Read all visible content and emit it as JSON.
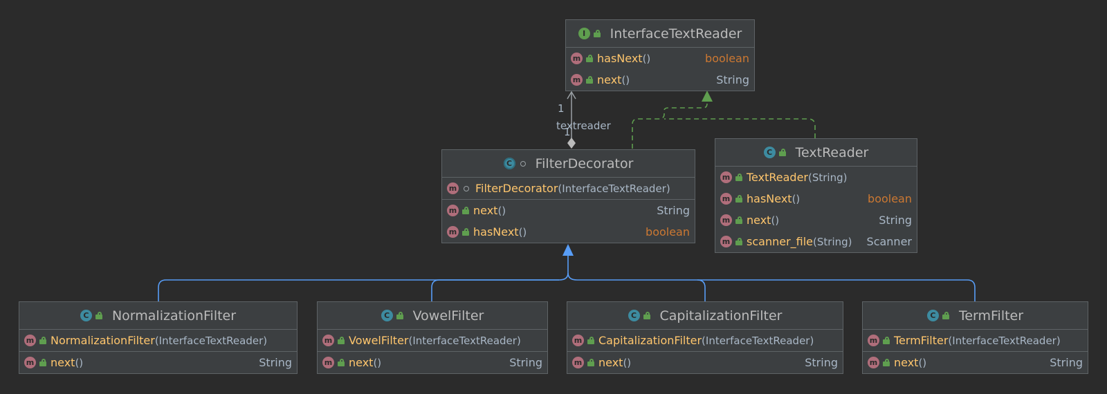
{
  "nodes": {
    "interface_text_reader": {
      "title": "InterfaceTextReader",
      "kind_icon": "I",
      "methods": [
        {
          "name": "hasNext",
          "params": "",
          "returns": "boolean"
        },
        {
          "name": "next",
          "params": "",
          "returns": "String"
        }
      ]
    },
    "filter_decorator": {
      "title": "FilterDecorator",
      "kind_icon": "C",
      "constructors": [
        {
          "name": "FilterDecorator",
          "params": "InterfaceTextReader"
        }
      ],
      "methods": [
        {
          "name": "next",
          "params": "",
          "returns": "String"
        },
        {
          "name": "hasNext",
          "params": "",
          "returns": "boolean"
        }
      ]
    },
    "text_reader": {
      "title": "TextReader",
      "kind_icon": "C",
      "methods": [
        {
          "name": "TextReader",
          "params": "String",
          "returns": ""
        },
        {
          "name": "hasNext",
          "params": "",
          "returns": "boolean"
        },
        {
          "name": "next",
          "params": "",
          "returns": "String"
        },
        {
          "name": "scanner_file",
          "params": "String",
          "returns": "Scanner"
        }
      ]
    },
    "normalization_filter": {
      "title": "NormalizationFilter",
      "kind_icon": "C",
      "constructors": [
        {
          "name": "NormalizationFilter",
          "params": "InterfaceTextReader"
        }
      ],
      "methods": [
        {
          "name": "next",
          "params": "",
          "returns": "String"
        }
      ]
    },
    "vowel_filter": {
      "title": "VowelFilter",
      "kind_icon": "C",
      "constructors": [
        {
          "name": "VowelFilter",
          "params": "InterfaceTextReader"
        }
      ],
      "methods": [
        {
          "name": "next",
          "params": "",
          "returns": "String"
        }
      ]
    },
    "capitalization_filter": {
      "title": "CapitalizationFilter",
      "kind_icon": "C",
      "constructors": [
        {
          "name": "CapitalizationFilter",
          "params": "InterfaceTextReader"
        }
      ],
      "methods": [
        {
          "name": "next",
          "params": "",
          "returns": "String"
        }
      ]
    },
    "term_filter": {
      "title": "TermFilter",
      "kind_icon": "C",
      "constructors": [
        {
          "name": "TermFilter",
          "params": "InterfaceTextReader"
        }
      ],
      "methods": [
        {
          "name": "next",
          "params": "",
          "returns": "String"
        }
      ]
    }
  },
  "edges": {
    "textreader": {
      "label": "textreader",
      "source_multiplicity": "1",
      "target_multiplicity": "1"
    }
  },
  "colors": {
    "background": "#2b2b2b",
    "node_fill": "#3c3f41",
    "method_name": "#ffc66d",
    "primitive_type": "#cc7832",
    "inheritance_edge": "#589df6",
    "realization_edge": "#5f9e4f",
    "association_edge": "#9aa0a4"
  }
}
